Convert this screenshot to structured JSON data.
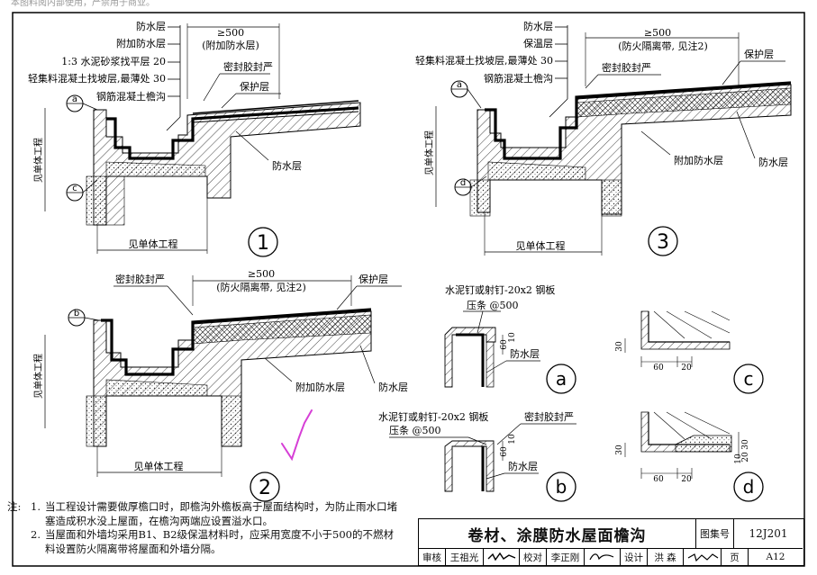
{
  "header_fragment": "本图料阅内部使用，严禁用于商业。",
  "detail1": {
    "number": "1",
    "layers": [
      "防水层",
      "附加防水层",
      "1:3 水泥砂浆找平层 20",
      "轻集料混凝土找坡层,最薄处 30",
      "钢筋混凝土檐沟"
    ],
    "dim_value": "≥500",
    "dim_note": "(附加防水层)",
    "sealant": "密封胶封严",
    "protect": "保护层",
    "waterproof": "防水层",
    "ref_vertical": "见单体工程",
    "ref_horizontal": "见单体工程",
    "marker_a": "a",
    "marker_c": "c"
  },
  "detail2": {
    "number": "2",
    "sealant": "密封胶封严",
    "dim_value": "≥500",
    "dim_note": "(防火隔离带, 见注2)",
    "protect": "保护层",
    "extra_waterproof": "附加防水层",
    "waterproof": "防水层",
    "ref_vertical": "见单体工程",
    "ref_horizontal": "见单体工程",
    "marker_b": "b"
  },
  "detail3": {
    "number": "3",
    "layers": [
      "防水层",
      "保温层",
      "轻集料混凝土找坡层,最薄处 30",
      "钢筋混凝土檐沟"
    ],
    "dim_value": "≥500",
    "dim_note": "(防火隔离带, 见注2)",
    "sealant": "密封胶封严",
    "protect": "保护层",
    "extra_waterproof": "附加防水层",
    "waterproof": "防水层",
    "ref_vertical": "见单体工程",
    "ref_horizontal": "见单体工程",
    "marker_a": "a",
    "marker_d": "d"
  },
  "detail_a": {
    "letter": "a",
    "nail_label": "水泥钉或射钉-20x2 钢板",
    "strip_label": "压条 @500",
    "dim_60": "60",
    "dim_10": "10",
    "waterproof": "防水层"
  },
  "detail_b": {
    "letter": "b",
    "nail_label": "水泥钉或射钉-20x2 钢板",
    "strip_label": "压条 @500",
    "sealant": "密封胶封严",
    "dim_60": "60",
    "dim_10": "10",
    "waterproof": "防水层"
  },
  "detail_c": {
    "letter": "c",
    "dim_30": "30",
    "dim_60": "60",
    "dim_20": "20"
  },
  "detail_d": {
    "letter": "d",
    "dim_30": "30",
    "dim_60": "60",
    "dim_20": "20",
    "dim_30b": "30",
    "dim_20b": "20",
    "dim_10": "10"
  },
  "notes": {
    "prefix": "注:",
    "items": [
      {
        "num": "1.",
        "text": "当工程设计需要做厚檐口时，即檐沟外檐板高于屋面结构时，为防止雨水口堵塞造成积水没上屋面，在檐沟两端应设置溢水口。"
      },
      {
        "num": "2.",
        "text": "当屋面和外墙均采用B1、B2级保温材料时，应采用宽度不小于500的不燃材料设置防火隔离带将屋面和外墙分隔。"
      }
    ]
  },
  "title_block": {
    "title": "卷材、涂膜防水屋面檐沟",
    "set_label": "图集号",
    "set_value": "12J201",
    "row": [
      "审核",
      "王祖光",
      "",
      "校对",
      "李正刚",
      "",
      "设计",
      "洪 森",
      "",
      "页",
      "A12"
    ]
  },
  "colors": {
    "ink": "#111111",
    "annotation": "#d63fd6"
  }
}
